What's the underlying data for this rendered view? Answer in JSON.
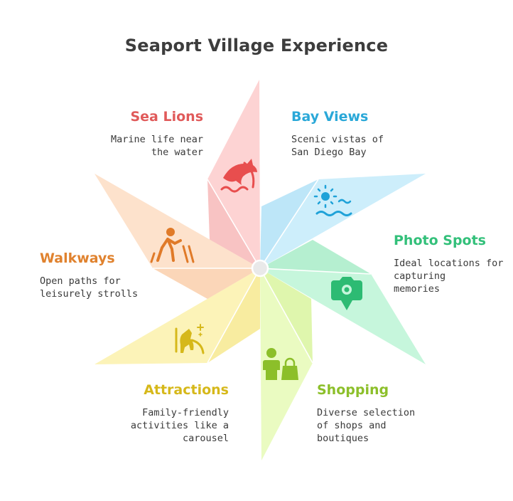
{
  "title": "Seaport Village Experience",
  "colors": {
    "sea_lions": "#e05a5a",
    "bay_views": "#2aa8d8",
    "photo_spots": "#33c07a",
    "shopping": "#8cbf2a",
    "attractions": "#d6b81a",
    "walkways": "#e0822e"
  },
  "items": [
    {
      "key": "sea_lions",
      "heading": "Sea Lions",
      "desc": [
        "Marine life near",
        "the water"
      ],
      "icon": "dolphin-icon"
    },
    {
      "key": "bay_views",
      "heading": "Bay Views",
      "desc": [
        "Scenic vistas of",
        "San Diego Bay"
      ],
      "icon": "sun-waves-icon"
    },
    {
      "key": "photo_spots",
      "heading": "Photo Spots",
      "desc": [
        "Ideal locations for",
        "capturing",
        "memories"
      ],
      "icon": "camera-pin-icon"
    },
    {
      "key": "shopping",
      "heading": "Shopping",
      "desc": [
        "Diverse selection",
        "of shops and",
        "boutiques"
      ],
      "icon": "shopper-icon"
    },
    {
      "key": "attractions",
      "heading": "Attractions",
      "desc": [
        "Family-friendly",
        "activities like a",
        "carousel"
      ],
      "icon": "carousel-horse-icon"
    },
    {
      "key": "walkways",
      "heading": "Walkways",
      "desc": [
        "Open paths for",
        "leisurely strolls"
      ],
      "icon": "pedestrian-icon"
    }
  ]
}
